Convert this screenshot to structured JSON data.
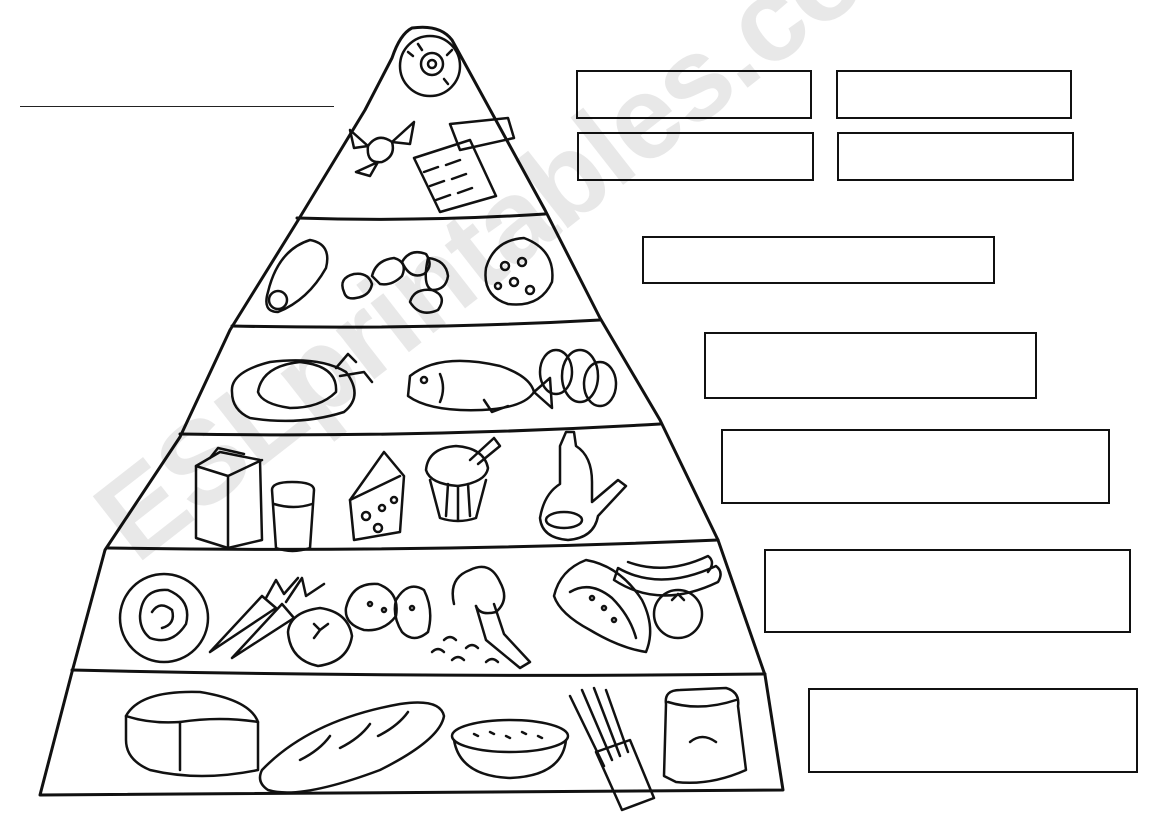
{
  "watermark": {
    "text": "ESLprintables.com"
  },
  "pyramid": {
    "levels": [
      {
        "foods": [
          "donut",
          "wrapped-candy",
          "chocolate-bar"
        ]
      },
      {
        "foods": [
          "salami",
          "sausages",
          "sausage-slice"
        ]
      },
      {
        "foods": [
          "roast-chicken",
          "fish",
          "eggs"
        ]
      },
      {
        "foods": [
          "milk-carton",
          "glass-of-milk",
          "cheese",
          "yogurt",
          "olive-oil-bottle"
        ]
      },
      {
        "foods": [
          "cabbage",
          "carrots",
          "tomato",
          "potatoes",
          "broccoli",
          "watermelon",
          "bananas",
          "orange"
        ]
      },
      {
        "foods": [
          "bread-loaf",
          "baguette",
          "rice-bowl",
          "spaghetti",
          "flour-sack"
        ]
      }
    ]
  },
  "answer_boxes": {
    "count": 9,
    "content": ""
  },
  "name_line": {
    "content": ""
  }
}
